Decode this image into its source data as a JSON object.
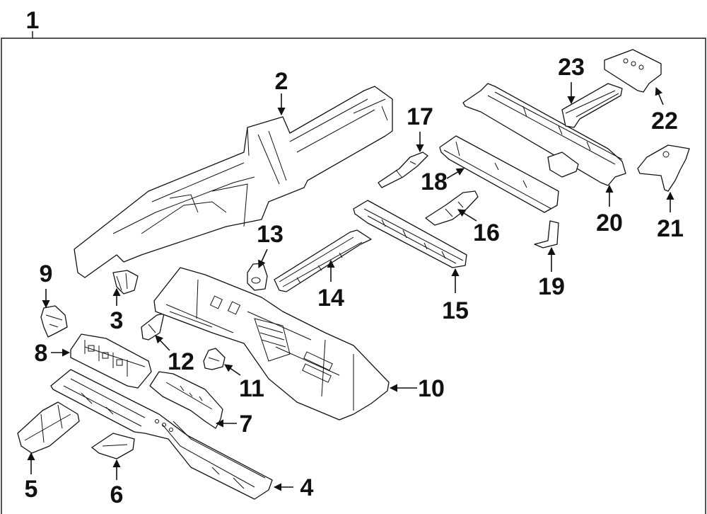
{
  "diagram": {
    "type": "exploded-parts-diagram",
    "assembly_label": "1",
    "callouts": [
      {
        "id": "2",
        "label": "2"
      },
      {
        "id": "3",
        "label": "3"
      },
      {
        "id": "4",
        "label": "4"
      },
      {
        "id": "5",
        "label": "5"
      },
      {
        "id": "6",
        "label": "6"
      },
      {
        "id": "7",
        "label": "7"
      },
      {
        "id": "8",
        "label": "8"
      },
      {
        "id": "9",
        "label": "9"
      },
      {
        "id": "10",
        "label": "10"
      },
      {
        "id": "11",
        "label": "11"
      },
      {
        "id": "12",
        "label": "12"
      },
      {
        "id": "13",
        "label": "13"
      },
      {
        "id": "14",
        "label": "14"
      },
      {
        "id": "15",
        "label": "15"
      },
      {
        "id": "16",
        "label": "16"
      },
      {
        "id": "17",
        "label": "17"
      },
      {
        "id": "18",
        "label": "18"
      },
      {
        "id": "19",
        "label": "19"
      },
      {
        "id": "20",
        "label": "20"
      },
      {
        "id": "21",
        "label": "21"
      },
      {
        "id": "22",
        "label": "22"
      },
      {
        "id": "23",
        "label": "23"
      }
    ]
  }
}
